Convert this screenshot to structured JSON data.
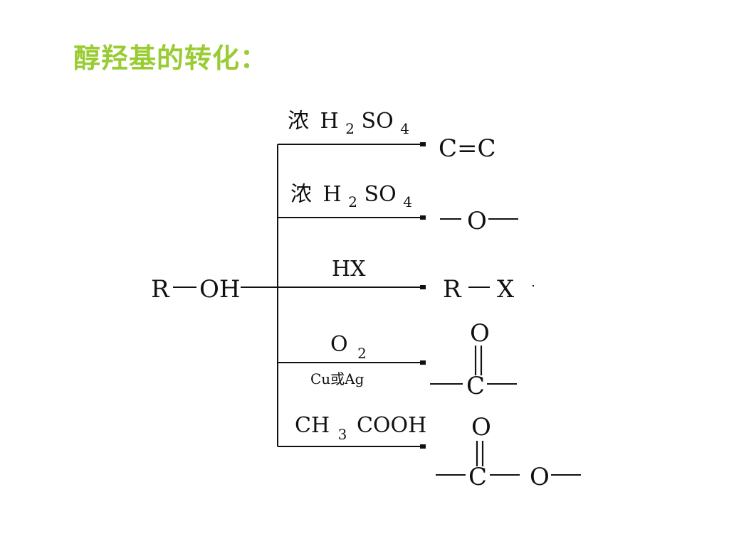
{
  "slide": {
    "title": "醇羟基的转化："
  },
  "colors": {
    "title": "#99cc33",
    "diagram": "#111111"
  },
  "reactant": {
    "r": "R",
    "oh": "OH"
  },
  "branches": [
    {
      "reagent_main": "浓",
      "reagent_formula": [
        "H",
        "2",
        "SO",
        "4"
      ],
      "condition": "",
      "product_text": "C=C"
    },
    {
      "reagent_main": "浓",
      "reagent_formula": [
        "H",
        "2",
        "SO",
        "4"
      ],
      "condition": "",
      "product_text": "O"
    },
    {
      "reagent_main": "HX",
      "reagent_formula": [],
      "condition": "",
      "product_left": "R",
      "product_right": "X"
    },
    {
      "reagent_main": "O",
      "reagent_sub": "2",
      "condition": "Cu或Ag",
      "product_top": "O",
      "product_center": "C"
    },
    {
      "reagent_main": "CH",
      "reagent_sub": "3",
      "reagent_rest": "COOH",
      "condition": "",
      "product_top": "O",
      "product_center": "C",
      "product_right": "O"
    }
  ]
}
